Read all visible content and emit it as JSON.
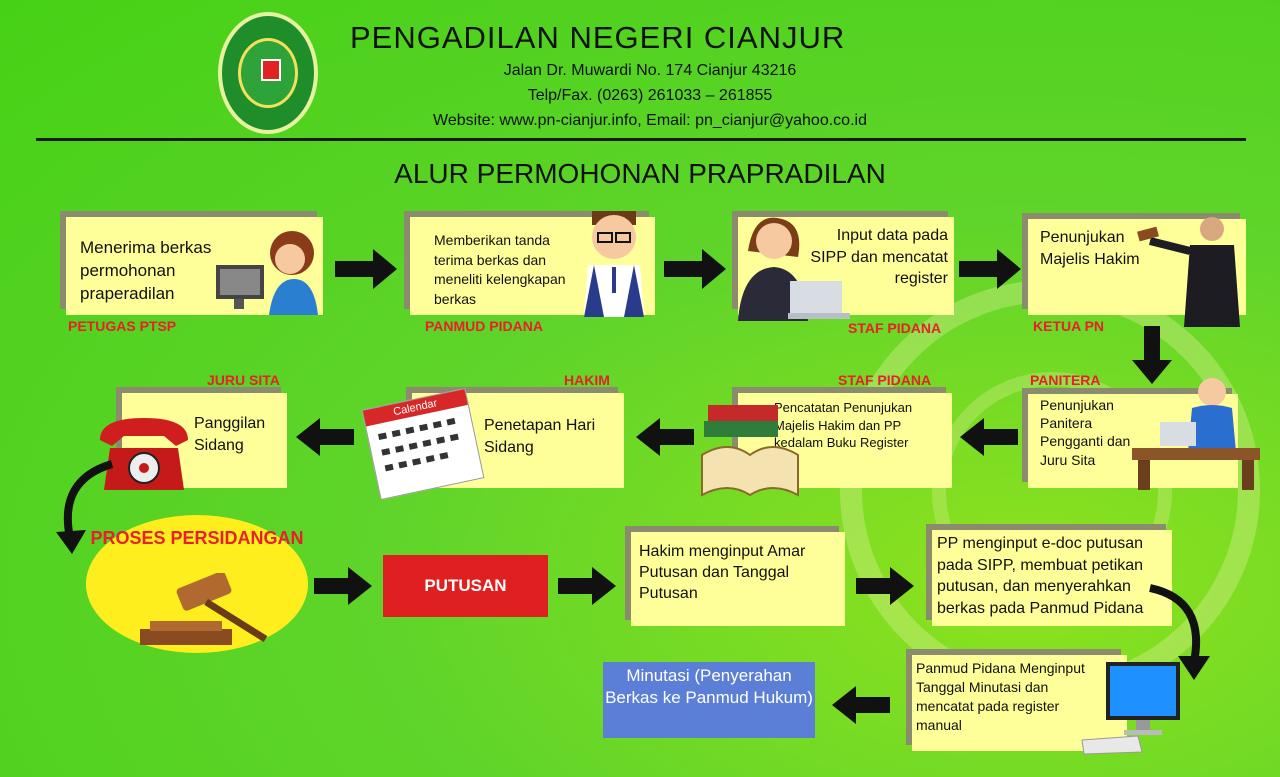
{
  "header": {
    "institution": "PENGADILAN NEGERI CIANJUR",
    "address": "Jalan Dr. Muwardi No. 174 Cianjur 43216",
    "phone": "Telp/Fax. (0263) 261033 – 261855",
    "website": "Website: www.pn-cianjur.info, Email: pn_cianjur@yahoo.co.id"
  },
  "title": "ALUR PERMOHONAN PRAPRADILAN",
  "row1": [
    {
      "text": "Menerima berkas permohonan praperadilan",
      "role": "PETUGAS PTSP",
      "icon": "woman-at-computer-icon"
    },
    {
      "text": "Memberikan tanda terima berkas dan meneliti kelengkapan berkas",
      "role": "PANMUD PIDANA",
      "icon": "man-with-glasses-icon"
    },
    {
      "text": "Input data pada SIPP dan mencatat register",
      "role": "STAF PIDANA",
      "icon": "woman-with-laptop-icon"
    },
    {
      "text": "Penunjukan Majelis Hakim",
      "role": "KETUA PN",
      "icon": "judge-with-gavel-icon"
    }
  ],
  "row2": [
    {
      "text": "Penunjukan Panitera Pengganti dan Juru Sita",
      "role": "PANITERA",
      "icon": "man-at-desk-icon"
    },
    {
      "text": "Pencatatan Penunjukan Majelis Hakim dan PP kedalam Buku Register",
      "role": "STAF PIDANA",
      "icon": "books-icon"
    },
    {
      "text": "Penetapan Hari Sidang",
      "role": "HAKIM",
      "icon": "calendar-icon",
      "icon_label": "Calendar"
    },
    {
      "text": "Panggilan Sidang",
      "role": "JURU SITA",
      "icon": "telephone-icon"
    }
  ],
  "row3": {
    "proses": "PROSES PERSIDANGAN",
    "putusan": "PUTUSAN",
    "hakim_input": "Hakim menginput Amar Putusan dan Tanggal Putusan",
    "pp_input": "PP menginput e-doc putusan pada SIPP, membuat petikan putusan, dan menyerahkan berkas pada Panmud Pidana"
  },
  "row4": {
    "panmud_input": "Panmud Pidana Menginput Tanggal Minutasi dan mencatat pada register manual",
    "minutasi": "Minutasi (Penyerahan Berkas ke Panmud Hukum)"
  },
  "colors": {
    "background": "#46d116",
    "box": "#ffff99",
    "role": "#e8202a",
    "putusan": "#e02020",
    "minutasi": "#5b7fd6"
  }
}
